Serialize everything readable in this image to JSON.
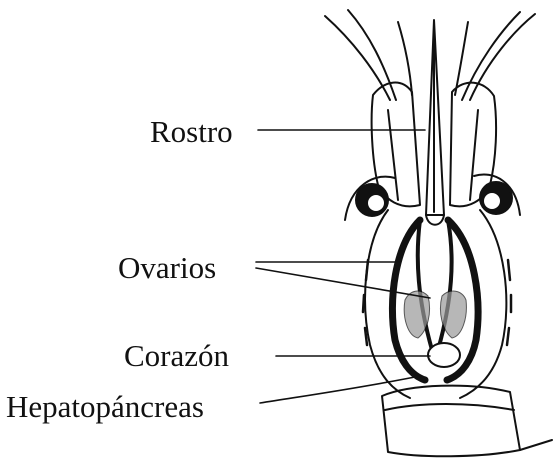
{
  "labels": {
    "rostro": "Rostro",
    "ovarios": "Ovarios",
    "corazon": "Corazón",
    "hepatopancreas": "Hepatopáncreas"
  },
  "colors": {
    "ink": "#111111",
    "background": "#ffffff",
    "stipple": "#9a9a9a"
  }
}
